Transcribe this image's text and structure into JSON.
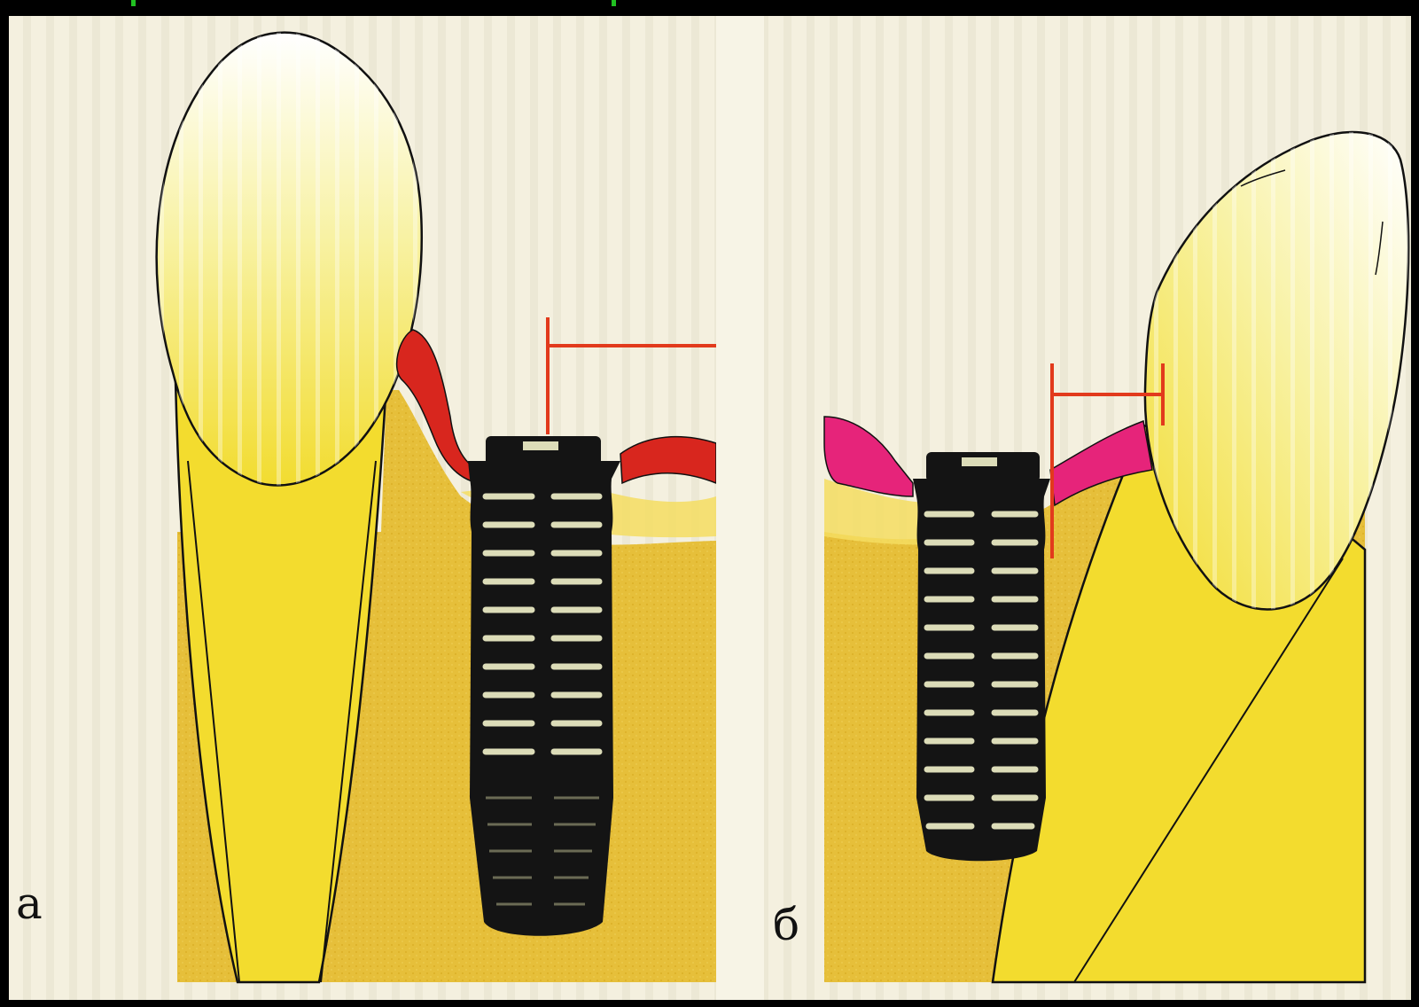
{
  "panels": [
    {
      "id": "a",
      "label": "а"
    },
    {
      "id": "b",
      "label": "б"
    }
  ],
  "colors": {
    "background": "#000000",
    "paper": "#f6f2e2",
    "bone": "#e8c23c",
    "root": "#f3dc32",
    "crown": "#fbf7c4",
    "gum_a": "#d8261e",
    "gum_b": "#e6247a",
    "implant": "#141414",
    "thread_highlight": "#dcdcb8",
    "measure_line": "#e23a1c",
    "top_strip_text": "#20c020"
  },
  "icons": [
    "tooth-crown",
    "implant-screw",
    "gingiva",
    "bone"
  ]
}
